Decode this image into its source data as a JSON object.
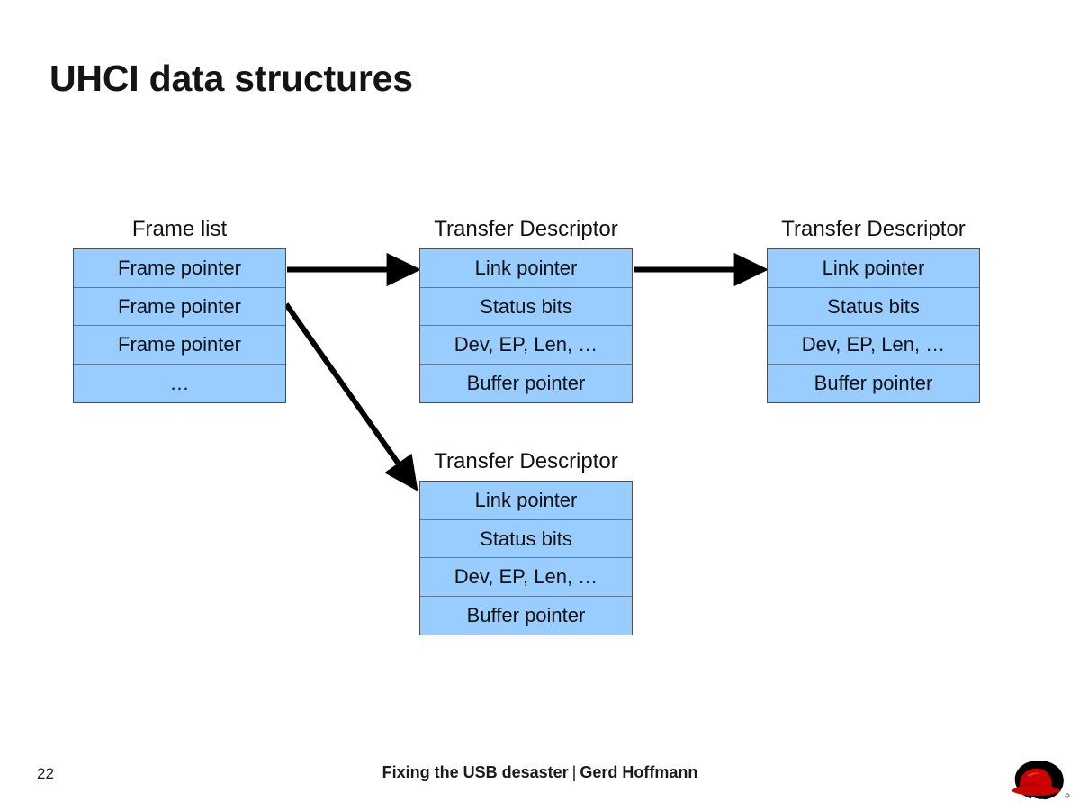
{
  "slide": {
    "title": "UHCI data structures",
    "background_color": "#ffffff",
    "cell_fill_color": "#99ccff",
    "cell_border_color": "#5b7a99",
    "arrow_color": "#000000",
    "text_color": "#111111"
  },
  "diagram": {
    "structures": [
      {
        "id": "frame-list",
        "label": "Frame list",
        "rows": [
          "Frame pointer",
          "Frame pointer",
          "Frame pointer",
          "…"
        ]
      },
      {
        "id": "transfer-descriptor-1",
        "label": "Transfer Descriptor",
        "rows": [
          "Link pointer",
          "Status bits",
          "Dev, EP, Len, …",
          "Buffer pointer"
        ]
      },
      {
        "id": "transfer-descriptor-3",
        "label": "Transfer Descriptor",
        "rows": [
          "Link pointer",
          "Status bits",
          "Dev, EP, Len, …",
          "Buffer pointer"
        ]
      },
      {
        "id": "transfer-descriptor-2",
        "label": "Transfer Descriptor",
        "rows": [
          "Link pointer",
          "Status bits",
          "Dev, EP, Len, …",
          "Buffer pointer"
        ]
      }
    ],
    "connectors": [
      {
        "id": "framelist-to-td1",
        "from": "frame-list.row0",
        "to": "transfer-descriptor-1.row0",
        "style": "straight-arrow"
      },
      {
        "id": "td1-to-td3",
        "from": "transfer-descriptor-1.row0",
        "to": "transfer-descriptor-3.row0",
        "style": "straight-arrow"
      },
      {
        "id": "framelist-to-td2",
        "from": "frame-list.row1",
        "to": "transfer-descriptor-2.row0",
        "style": "diagonal-arrow"
      }
    ]
  },
  "footer": {
    "page_number": "22",
    "deck_title": "Fixing the USB desaster",
    "separator": "|",
    "author": "Gerd Hoffmann",
    "logo_name": "red-hat-shadowman-logo",
    "logo_colors": {
      "hat": "#cc0000",
      "shadow": "#000000"
    }
  }
}
